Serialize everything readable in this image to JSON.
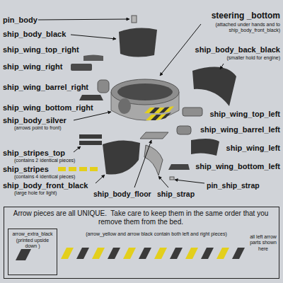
{
  "diagram": {
    "nodes": [
      {
        "text": [
          "Arrow pieces are all UNIQUE.  Take care to keep them in the same order that you remove them from the bed.",
          "(arrow_yellow and arrow black contain both left and right pieces)",
          "all left arrow parts shown here"
        ]
      },
      {
        "text": [
          "arrow_extra_black",
          "(printed upside down )"
        ],
        "in": 0
      }
    ],
    "labels": [
      "pin_body",
      "steering _bottom",
      "(attached under hands and to ship_body_front_black)",
      "ship_body_black",
      "ship_body_back_black",
      "(smaller hold for engine)",
      "ship_wing_top_right",
      "ship_wing_right",
      "ship_wing_barrel_right",
      "ship_wing_bottom_right",
      "ship_body_silver",
      "(arrows point to front)",
      "ship_stripes_top",
      "(contains 2 identical pieces)",
      "ship_stripes",
      "(contains 4 identical pieces)",
      "ship_body_front_black",
      "(large hole for light)",
      "ship_body_floor",
      "ship_strap",
      "pin_ship_strap",
      "ship_wing_top_left",
      "ship_wing_barrel_left",
      "ship_wing_left",
      "ship_wing_bottom_left"
    ]
  }
}
